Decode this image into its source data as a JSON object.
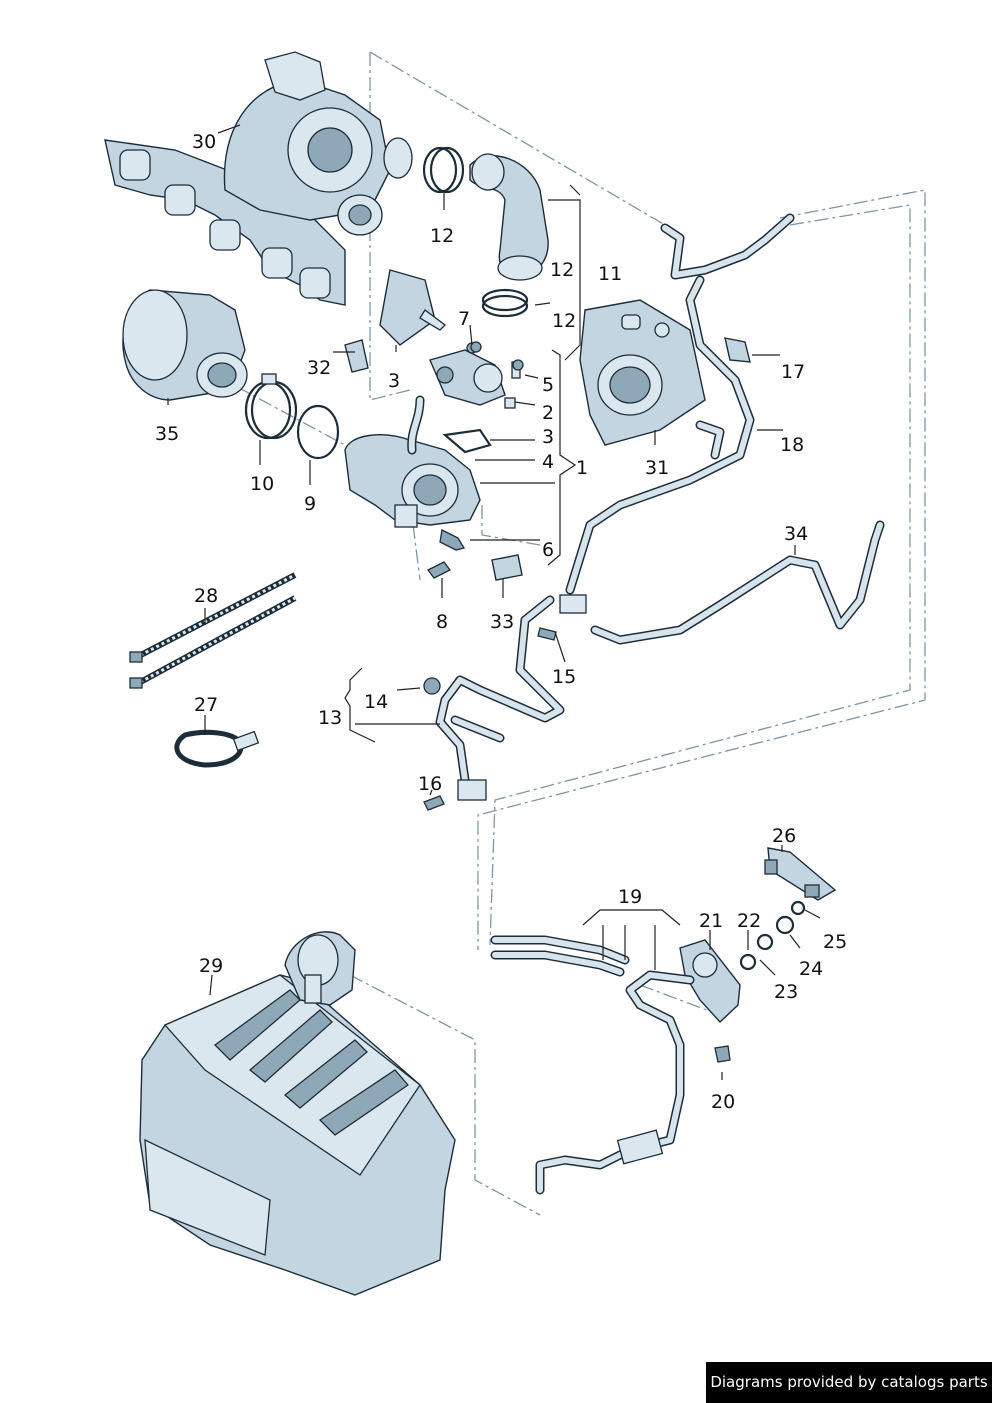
{
  "callouts": {
    "c1": "1",
    "c2": "2",
    "c3a": "3",
    "c3b": "3",
    "c4": "4",
    "c5": "5",
    "c6": "6",
    "c7": "7",
    "c8": "8",
    "c9": "9",
    "c10": "10",
    "c11": "11",
    "c12a": "12",
    "c12b": "12",
    "c12c": "12",
    "c13": "13",
    "c14": "14",
    "c15": "15",
    "c16": "16",
    "c17": "17",
    "c18": "18",
    "c19": "19",
    "c20": "20",
    "c21": "21",
    "c22": "22",
    "c23": "23",
    "c24": "24",
    "c25": "25",
    "c26": "26",
    "c27": "27",
    "c28": "28",
    "c29": "29",
    "c30": "30",
    "c31": "31",
    "c32": "32",
    "c33": "33",
    "c34": "34",
    "c35": "35"
  },
  "footer": {
    "text": "Diagrams provided by catalogs parts"
  },
  "colors": {
    "part_fill": "#c3d5e0",
    "outline": "#1c2d3a",
    "dash_line": "#7d95a8"
  }
}
